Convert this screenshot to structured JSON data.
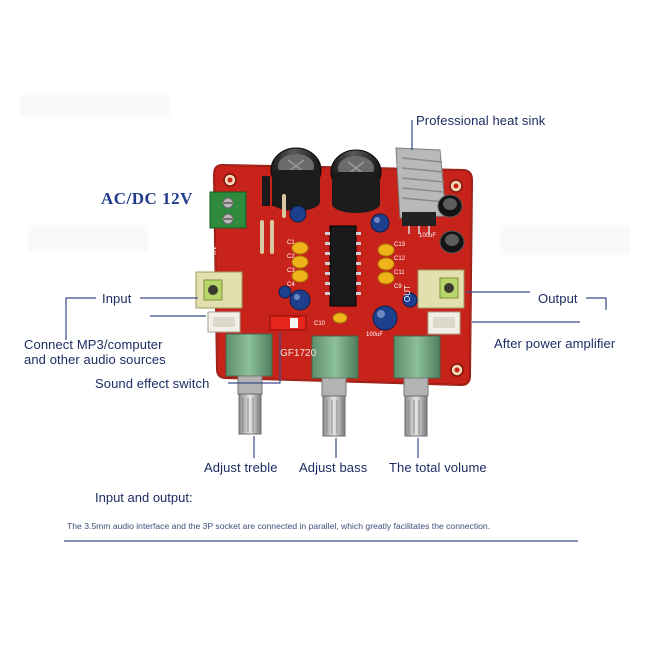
{
  "title_label": "AC/DC 12V",
  "callouts": {
    "heat_sink": "Professional heat sink",
    "input": "Input",
    "connect": "Connect MP3/computer",
    "other_sources": "and other audio sources",
    "sound_switch": "Sound effect switch",
    "output": "Output",
    "after_amp": "After power amplifier",
    "treble": "Adjust treble",
    "bass": "Adjust bass",
    "volume": "The total volume"
  },
  "caption": {
    "title": "Input and output:",
    "body": "The 3.5mm audio interface and the 3P socket are connected in parallel, which greatly facilitates the connection."
  },
  "board_markings": {
    "chip": "GF1720",
    "out": "OUT",
    "in": "IN",
    "cap_100uf": "100uF",
    "c1": "C1",
    "c2": "C2",
    "c3": "C3",
    "c4": "C4",
    "c9": "C9",
    "c10": "C10",
    "c11": "C11",
    "c12": "C12",
    "c13": "C13"
  },
  "colors": {
    "board": "#c8231a",
    "label_text": "#1d2c63",
    "leader_line": "#3a4a8a",
    "acdc_text": "#1f3b8c"
  }
}
